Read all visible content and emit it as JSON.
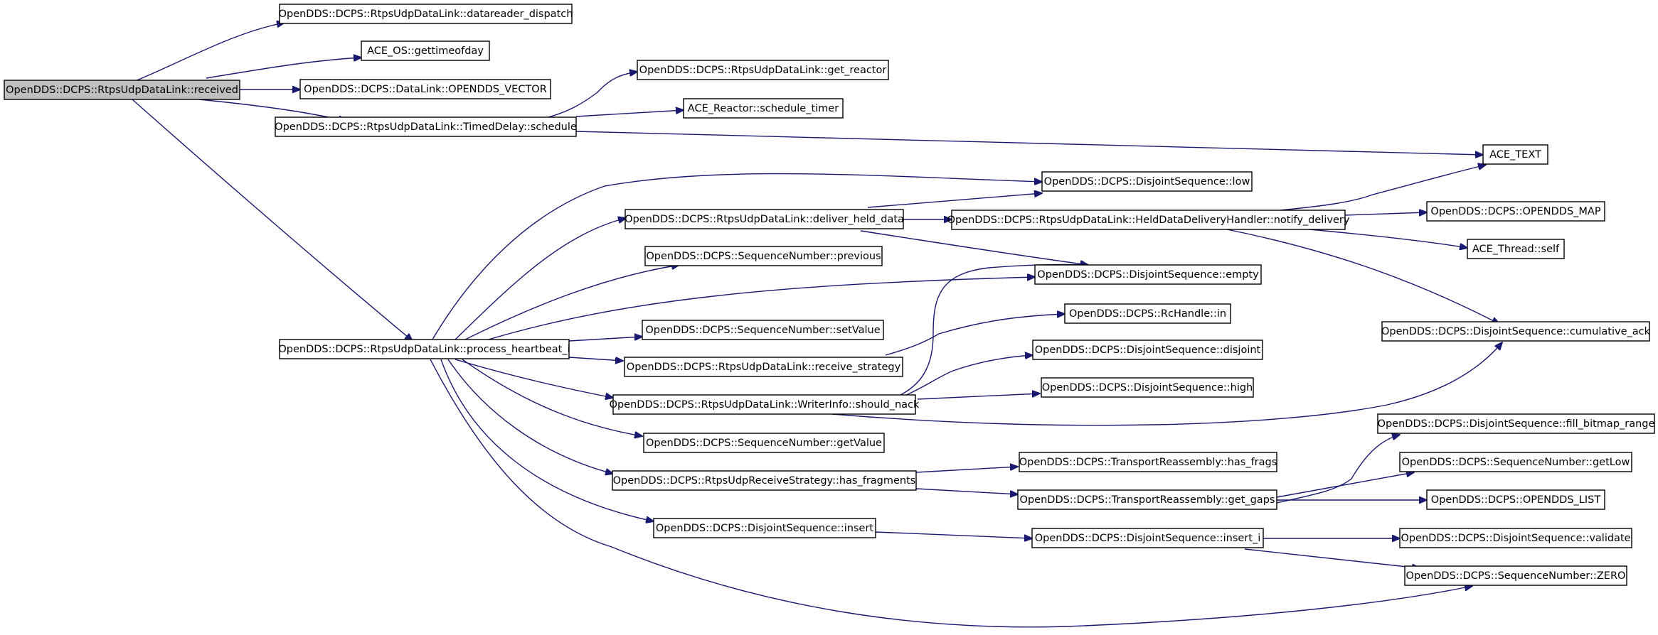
{
  "graph": {
    "nodes": {
      "received": "OpenDDS::DCPS::RtpsUdpDataLink::received",
      "datareader_dispatch": "OpenDDS::DCPS::RtpsUdpDataLink::datareader_dispatch",
      "gettimeofday": "ACE_OS::gettimeofday",
      "datalink_vector": "OpenDDS::DCPS::DataLink::OPENDDS_VECTOR",
      "get_reactor": "OpenDDS::DCPS::RtpsUdpDataLink::get_reactor",
      "schedule_timer": "ACE_Reactor::schedule_timer",
      "timeddelay_schedule": "OpenDDS::DCPS::RtpsUdpDataLink::TimedDelay::schedule",
      "ace_text": "ACE_TEXT",
      "ds_low": "OpenDDS::DCPS::DisjointSequence::low",
      "deliver_held_data": "OpenDDS::DCPS::RtpsUdpDataLink::deliver_held_data",
      "notify_delivery": "OpenDDS::DCPS::RtpsUdpDataLink::HeldDataDeliveryHandler::notify_delivery",
      "opendds_map": "OpenDDS::DCPS::OPENDDS_MAP",
      "sn_previous": "OpenDDS::DCPS::SequenceNumber::previous",
      "ace_thread_self": "ACE_Thread::self",
      "ds_empty": "OpenDDS::DCPS::DisjointSequence::empty",
      "rchandle_in": "OpenDDS::DCPS::RcHandle::in",
      "sn_setvalue": "OpenDDS::DCPS::SequenceNumber::setValue",
      "cumulative_ack": "OpenDDS::DCPS::DisjointSequence::cumulative_ack",
      "process_heartbeat_i": "OpenDDS::DCPS::RtpsUdpDataLink::process_heartbeat_i",
      "ds_disjoint": "OpenDDS::DCPS::DisjointSequence::disjoint",
      "receive_strategy": "OpenDDS::DCPS::RtpsUdpDataLink::receive_strategy",
      "ds_high": "OpenDDS::DCPS::DisjointSequence::high",
      "should_nack": "OpenDDS::DCPS::RtpsUdpDataLink::WriterInfo::should_nack",
      "sn_getvalue": "OpenDDS::DCPS::SequenceNumber::getValue",
      "fill_bitmap_range": "OpenDDS::DCPS::DisjointSequence::fill_bitmap_range",
      "has_frags": "OpenDDS::DCPS::TransportReassembly::has_frags",
      "sn_getlow": "OpenDDS::DCPS::SequenceNumber::getLow",
      "has_fragments": "OpenDDS::DCPS::RtpsUdpReceiveStrategy::has_fragments",
      "get_gaps": "OpenDDS::DCPS::TransportReassembly::get_gaps",
      "opendds_list": "OpenDDS::DCPS::OPENDDS_LIST",
      "ds_insert": "OpenDDS::DCPS::DisjointSequence::insert",
      "ds_insert_i": "OpenDDS::DCPS::DisjointSequence::insert_i",
      "ds_validate": "OpenDDS::DCPS::DisjointSequence::validate",
      "sn_zero": "OpenDDS::DCPS::SequenceNumber::ZERO"
    },
    "colors": {
      "edge": "#191970",
      "node_fill": "#ffffff",
      "root_fill": "#bfbfbf",
      "border": "#000000"
    }
  }
}
